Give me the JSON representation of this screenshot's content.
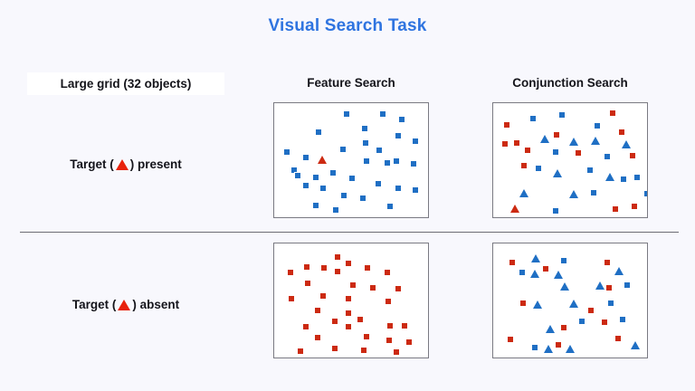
{
  "figure": {
    "title": "Visual Search Task",
    "title_color": "#2f74e0",
    "background_color": "#f8f8fd",
    "grid_label": "Large grid (32 objects)",
    "divider_color": "#6c6c73"
  },
  "columns": [
    {
      "key": "feature",
      "label": "Feature Search"
    },
    {
      "key": "conjunction",
      "label": "Conjunction Search"
    }
  ],
  "rows": [
    {
      "key": "present",
      "prefix": "Target (",
      "suffix": ") present",
      "glyph": "red-triangle"
    },
    {
      "key": "absent",
      "prefix": "Target (",
      "suffix": ") absent",
      "glyph": "red-triangle"
    }
  ],
  "colors": {
    "blue": "#1f6fc4",
    "red": "#cc2a11",
    "target_red": "#e8220c",
    "panel_background": "#ffffff",
    "panel_border": "#7a7a82"
  },
  "chart_data": {
    "type": "scatter",
    "title": "Visual Search Task",
    "xlabel": "",
    "ylabel": "",
    "xlim": [
      0,
      172
    ],
    "ylim": [
      0,
      128
    ],
    "grid": false,
    "legend": "none",
    "set_size": 32,
    "shape_legend": {
      "square": "distractor-or-target-shape",
      "triangle": "target-shape"
    },
    "panels": [
      {
        "name": "feature-search-target-present",
        "column": "Feature Search",
        "row": "Target present",
        "counts": {
          "blue_square": 31,
          "red_square": 0,
          "blue_triangle": 0,
          "red_triangle": 1
        },
        "items": [
          {
            "shape": "square",
            "color": "blue",
            "x": 18,
            "y": 70
          },
          {
            "shape": "square",
            "color": "blue",
            "x": 45,
            "y": 28
          },
          {
            "shape": "square",
            "color": "blue",
            "x": 76,
            "y": 8
          },
          {
            "shape": "square",
            "color": "blue",
            "x": 96,
            "y": 24
          },
          {
            "shape": "square",
            "color": "blue",
            "x": 97,
            "y": 40
          },
          {
            "shape": "square",
            "color": "blue",
            "x": 116,
            "y": 8
          },
          {
            "shape": "square",
            "color": "blue",
            "x": 137,
            "y": 14
          },
          {
            "shape": "square",
            "color": "blue",
            "x": 133,
            "y": 32
          },
          {
            "shape": "square",
            "color": "blue",
            "x": 152,
            "y": 38
          },
          {
            "shape": "square",
            "color": "blue",
            "x": 10,
            "y": 50
          },
          {
            "shape": "square",
            "color": "blue",
            "x": 31,
            "y": 56
          },
          {
            "shape": "square",
            "color": "blue",
            "x": 72,
            "y": 47
          },
          {
            "shape": "square",
            "color": "blue",
            "x": 112,
            "y": 48
          },
          {
            "shape": "square",
            "color": "blue",
            "x": 98,
            "y": 60
          },
          {
            "shape": "square",
            "color": "blue",
            "x": 121,
            "y": 62
          },
          {
            "shape": "square",
            "color": "blue",
            "x": 131,
            "y": 60
          },
          {
            "shape": "square",
            "color": "blue",
            "x": 150,
            "y": 63
          },
          {
            "shape": "square",
            "color": "blue",
            "x": 22,
            "y": 76
          },
          {
            "shape": "square",
            "color": "blue",
            "x": 42,
            "y": 78
          },
          {
            "shape": "square",
            "color": "blue",
            "x": 61,
            "y": 73
          },
          {
            "shape": "square",
            "color": "blue",
            "x": 82,
            "y": 79
          },
          {
            "shape": "square",
            "color": "blue",
            "x": 31,
            "y": 87
          },
          {
            "shape": "square",
            "color": "blue",
            "x": 50,
            "y": 90
          },
          {
            "shape": "square",
            "color": "blue",
            "x": 111,
            "y": 85
          },
          {
            "shape": "square",
            "color": "blue",
            "x": 133,
            "y": 90
          },
          {
            "shape": "square",
            "color": "blue",
            "x": 152,
            "y": 92
          },
          {
            "shape": "square",
            "color": "blue",
            "x": 73,
            "y": 98
          },
          {
            "shape": "square",
            "color": "blue",
            "x": 94,
            "y": 101
          },
          {
            "shape": "square",
            "color": "blue",
            "x": 42,
            "y": 109
          },
          {
            "shape": "square",
            "color": "blue",
            "x": 64,
            "y": 114
          },
          {
            "shape": "square",
            "color": "blue",
            "x": 124,
            "y": 110
          },
          {
            "shape": "triangle",
            "color": "red",
            "x": 48,
            "y": 58,
            "is_target": true
          }
        ]
      },
      {
        "name": "conjunction-search-target-present",
        "column": "Conjunction Search",
        "row": "Target present",
        "counts": {
          "blue_square": 12,
          "red_square": 12,
          "blue_triangle": 7,
          "red_triangle": 1
        },
        "items": [
          {
            "shape": "square",
            "color": "red",
            "x": 11,
            "y": 20
          },
          {
            "shape": "square",
            "color": "blue",
            "x": 40,
            "y": 13
          },
          {
            "shape": "square",
            "color": "red",
            "x": 128,
            "y": 7
          },
          {
            "shape": "square",
            "color": "red",
            "x": 66,
            "y": 31
          },
          {
            "shape": "square",
            "color": "blue",
            "x": 111,
            "y": 21
          },
          {
            "shape": "square",
            "color": "red",
            "x": 138,
            "y": 28
          },
          {
            "shape": "square",
            "color": "red",
            "x": 9,
            "y": 41
          },
          {
            "shape": "square",
            "color": "red",
            "x": 22,
            "y": 40
          },
          {
            "shape": "square",
            "color": "red",
            "x": 34,
            "y": 48
          },
          {
            "shape": "square",
            "color": "blue",
            "x": 65,
            "y": 50
          },
          {
            "shape": "square",
            "color": "red",
            "x": 90,
            "y": 51
          },
          {
            "shape": "square",
            "color": "blue",
            "x": 122,
            "y": 55
          },
          {
            "shape": "square",
            "color": "red",
            "x": 150,
            "y": 54
          },
          {
            "shape": "square",
            "color": "red",
            "x": 30,
            "y": 65
          },
          {
            "shape": "square",
            "color": "blue",
            "x": 46,
            "y": 68
          },
          {
            "shape": "square",
            "color": "blue",
            "x": 103,
            "y": 70
          },
          {
            "shape": "square",
            "color": "blue",
            "x": 140,
            "y": 80
          },
          {
            "shape": "square",
            "color": "blue",
            "x": 155,
            "y": 78
          },
          {
            "shape": "square",
            "color": "blue",
            "x": 107,
            "y": 95
          },
          {
            "shape": "square",
            "color": "blue",
            "x": 166,
            "y": 96
          },
          {
            "shape": "square",
            "color": "blue",
            "x": 65,
            "y": 115
          },
          {
            "shape": "square",
            "color": "red",
            "x": 131,
            "y": 113
          },
          {
            "shape": "square",
            "color": "red",
            "x": 152,
            "y": 110
          },
          {
            "shape": "square",
            "color": "blue",
            "x": 72,
            "y": 9
          },
          {
            "shape": "triangle",
            "color": "blue",
            "x": 52,
            "y": 35
          },
          {
            "shape": "triangle",
            "color": "blue",
            "x": 84,
            "y": 38
          },
          {
            "shape": "triangle",
            "color": "blue",
            "x": 108,
            "y": 37
          },
          {
            "shape": "triangle",
            "color": "blue",
            "x": 142,
            "y": 41
          },
          {
            "shape": "triangle",
            "color": "blue",
            "x": 66,
            "y": 73
          },
          {
            "shape": "triangle",
            "color": "blue",
            "x": 124,
            "y": 77
          },
          {
            "shape": "triangle",
            "color": "blue",
            "x": 29,
            "y": 95
          },
          {
            "shape": "triangle",
            "color": "blue",
            "x": 84,
            "y": 96
          },
          {
            "shape": "triangle",
            "color": "red",
            "x": 19,
            "y": 112,
            "is_target": true
          }
        ]
      },
      {
        "name": "feature-search-target-absent",
        "column": "Feature Search",
        "row": "Target absent",
        "counts": {
          "blue_square": 0,
          "red_square": 32,
          "blue_triangle": 0,
          "red_triangle": 0
        },
        "items": [
          {
            "shape": "square",
            "color": "red",
            "x": 14,
            "y": 28
          },
          {
            "shape": "square",
            "color": "red",
            "x": 32,
            "y": 22
          },
          {
            "shape": "square",
            "color": "red",
            "x": 51,
            "y": 23
          },
          {
            "shape": "square",
            "color": "red",
            "x": 66,
            "y": 27
          },
          {
            "shape": "square",
            "color": "red",
            "x": 66,
            "y": 11
          },
          {
            "shape": "square",
            "color": "red",
            "x": 78,
            "y": 18
          },
          {
            "shape": "square",
            "color": "red",
            "x": 99,
            "y": 23
          },
          {
            "shape": "square",
            "color": "red",
            "x": 121,
            "y": 28
          },
          {
            "shape": "square",
            "color": "red",
            "x": 33,
            "y": 40
          },
          {
            "shape": "square",
            "color": "red",
            "x": 83,
            "y": 42
          },
          {
            "shape": "square",
            "color": "red",
            "x": 105,
            "y": 45
          },
          {
            "shape": "square",
            "color": "red",
            "x": 133,
            "y": 46
          },
          {
            "shape": "square",
            "color": "red",
            "x": 15,
            "y": 57
          },
          {
            "shape": "square",
            "color": "red",
            "x": 50,
            "y": 54
          },
          {
            "shape": "square",
            "color": "red",
            "x": 78,
            "y": 57
          },
          {
            "shape": "square",
            "color": "red",
            "x": 122,
            "y": 60
          },
          {
            "shape": "square",
            "color": "red",
            "x": 44,
            "y": 70
          },
          {
            "shape": "square",
            "color": "red",
            "x": 78,
            "y": 73
          },
          {
            "shape": "square",
            "color": "red",
            "x": 91,
            "y": 80
          },
          {
            "shape": "square",
            "color": "red",
            "x": 63,
            "y": 82
          },
          {
            "shape": "square",
            "color": "red",
            "x": 78,
            "y": 88
          },
          {
            "shape": "square",
            "color": "red",
            "x": 31,
            "y": 88
          },
          {
            "shape": "square",
            "color": "red",
            "x": 124,
            "y": 87
          },
          {
            "shape": "square",
            "color": "red",
            "x": 140,
            "y": 87
          },
          {
            "shape": "square",
            "color": "red",
            "x": 44,
            "y": 100
          },
          {
            "shape": "square",
            "color": "red",
            "x": 98,
            "y": 99
          },
          {
            "shape": "square",
            "color": "red",
            "x": 123,
            "y": 103
          },
          {
            "shape": "square",
            "color": "red",
            "x": 145,
            "y": 105
          },
          {
            "shape": "square",
            "color": "red",
            "x": 25,
            "y": 115
          },
          {
            "shape": "square",
            "color": "red",
            "x": 63,
            "y": 112
          },
          {
            "shape": "square",
            "color": "red",
            "x": 95,
            "y": 114
          },
          {
            "shape": "square",
            "color": "red",
            "x": 131,
            "y": 116
          }
        ]
      },
      {
        "name": "conjunction-search-target-absent",
        "column": "Conjunction Search",
        "row": "Target absent",
        "counts": {
          "blue_square": 11,
          "red_square": 11,
          "blue_triangle": 10,
          "red_triangle": 0
        },
        "items": [
          {
            "shape": "square",
            "color": "red",
            "x": 17,
            "y": 17
          },
          {
            "shape": "square",
            "color": "blue",
            "x": 28,
            "y": 28
          },
          {
            "shape": "square",
            "color": "red",
            "x": 54,
            "y": 24
          },
          {
            "shape": "square",
            "color": "blue",
            "x": 74,
            "y": 15
          },
          {
            "shape": "square",
            "color": "red",
            "x": 122,
            "y": 17
          },
          {
            "shape": "square",
            "color": "blue",
            "x": 144,
            "y": 42
          },
          {
            "shape": "square",
            "color": "red",
            "x": 124,
            "y": 45
          },
          {
            "shape": "square",
            "color": "red",
            "x": 29,
            "y": 62
          },
          {
            "shape": "square",
            "color": "blue",
            "x": 126,
            "y": 62
          },
          {
            "shape": "square",
            "color": "red",
            "x": 104,
            "y": 70
          },
          {
            "shape": "square",
            "color": "blue",
            "x": 139,
            "y": 80
          },
          {
            "shape": "square",
            "color": "blue",
            "x": 94,
            "y": 82
          },
          {
            "shape": "square",
            "color": "red",
            "x": 119,
            "y": 83
          },
          {
            "shape": "square",
            "color": "red",
            "x": 74,
            "y": 89
          },
          {
            "shape": "square",
            "color": "red",
            "x": 15,
            "y": 102
          },
          {
            "shape": "square",
            "color": "red",
            "x": 134,
            "y": 101
          },
          {
            "shape": "square",
            "color": "blue",
            "x": 42,
            "y": 111
          },
          {
            "shape": "square",
            "color": "red",
            "x": 68,
            "y": 108
          },
          {
            "shape": "triangle",
            "color": "blue",
            "x": 42,
            "y": 12
          },
          {
            "shape": "triangle",
            "color": "blue",
            "x": 41,
            "y": 29
          },
          {
            "shape": "triangle",
            "color": "blue",
            "x": 67,
            "y": 30
          },
          {
            "shape": "triangle",
            "color": "blue",
            "x": 134,
            "y": 26
          },
          {
            "shape": "triangle",
            "color": "blue",
            "x": 74,
            "y": 43
          },
          {
            "shape": "triangle",
            "color": "blue",
            "x": 113,
            "y": 42
          },
          {
            "shape": "triangle",
            "color": "blue",
            "x": 44,
            "y": 63
          },
          {
            "shape": "triangle",
            "color": "blue",
            "x": 84,
            "y": 62
          },
          {
            "shape": "triangle",
            "color": "blue",
            "x": 58,
            "y": 90
          },
          {
            "shape": "triangle",
            "color": "blue",
            "x": 56,
            "y": 112
          },
          {
            "shape": "triangle",
            "color": "blue",
            "x": 80,
            "y": 112
          },
          {
            "shape": "triangle",
            "color": "blue",
            "x": 152,
            "y": 108
          }
        ]
      }
    ]
  }
}
